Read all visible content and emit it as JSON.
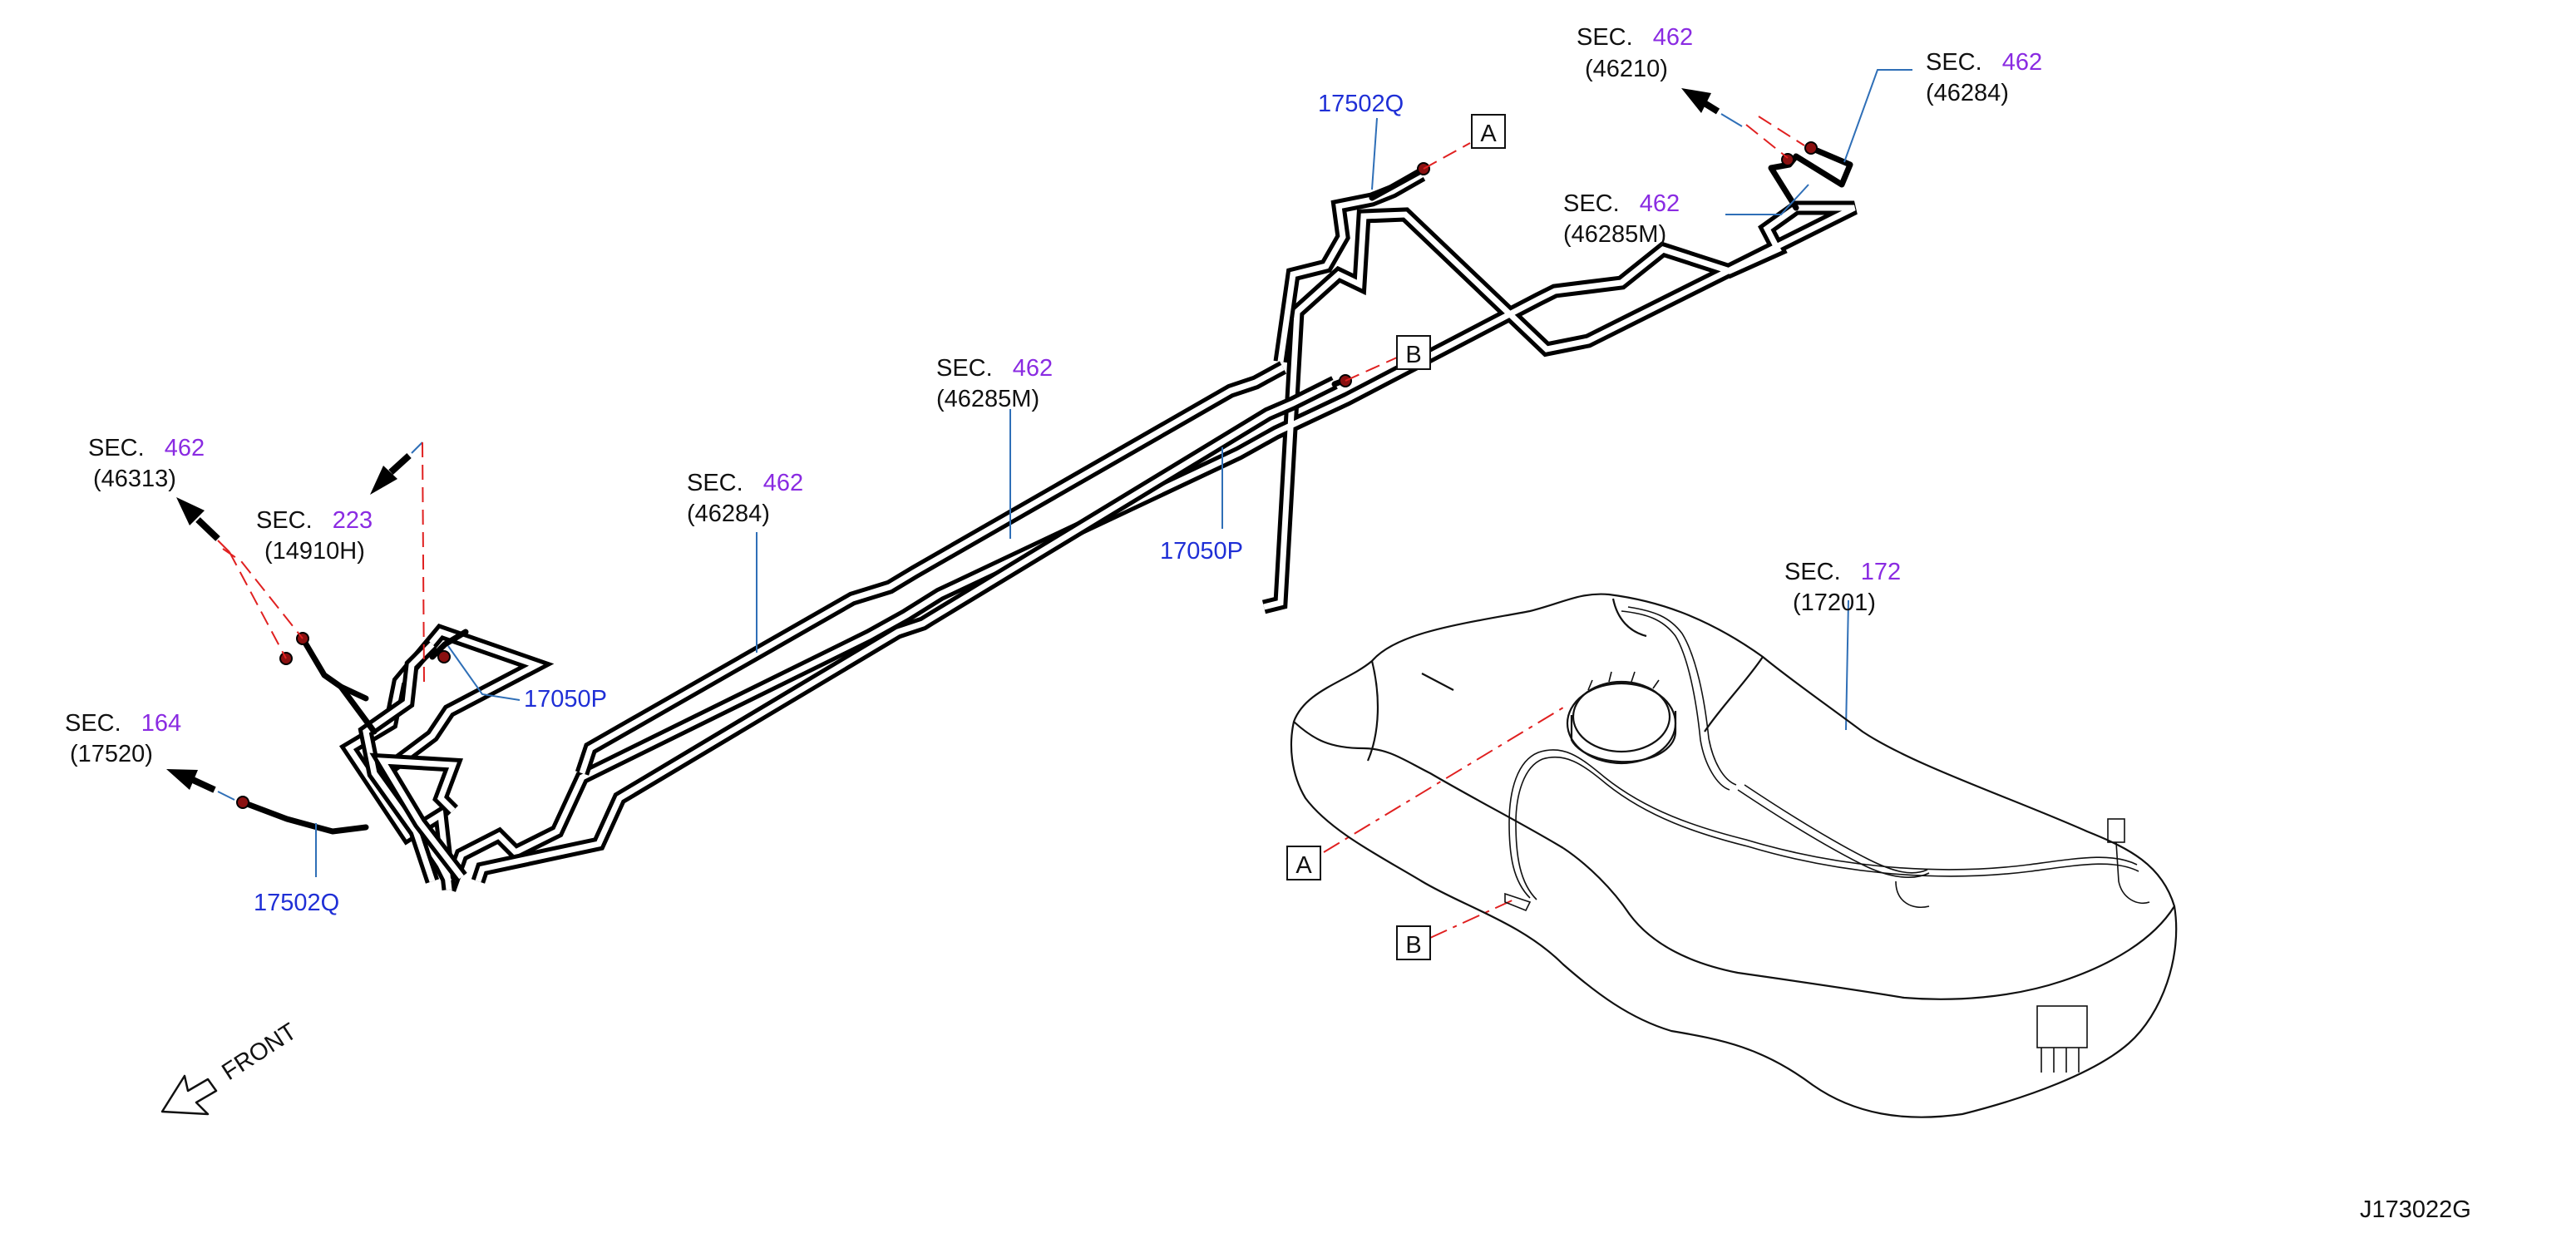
{
  "labels": {
    "sec_word": "SEC.",
    "sec_46313": {
      "sec": "462",
      "part": "(46313)"
    },
    "sec_14910h": {
      "sec": "223",
      "part": "(14910H)"
    },
    "sec_17520": {
      "sec": "164",
      "part": "(17520)"
    },
    "sec_46284_mid": {
      "sec": "462",
      "part": "(46284)"
    },
    "sec_46285m_mid": {
      "sec": "462",
      "part": "(46285M)"
    },
    "sec_46210": {
      "sec": "462",
      "part": "(46210)"
    },
    "sec_46284_right": {
      "sec": "462",
      "part": "(46284)"
    },
    "sec_46285m_right": {
      "sec": "462",
      "part": "(46285M)"
    },
    "sec_17201": {
      "sec": "172",
      "part": "(17201)"
    },
    "part_17050p_left": "17050P",
    "part_17502q_left": "17502Q",
    "part_17050p_mid": "17050P",
    "part_17502q_top": "17502Q",
    "ref_a_top": "A",
    "ref_b_top": "B",
    "ref_a_tank": "A",
    "ref_b_tank": "B",
    "front": "FRONT",
    "diagram_id": "J173022G"
  },
  "colors": {
    "section_number": "#8a2be2",
    "part_number": "#1f2fd6",
    "leader": "#2f6fb7",
    "connection_dash": "#e02020"
  }
}
